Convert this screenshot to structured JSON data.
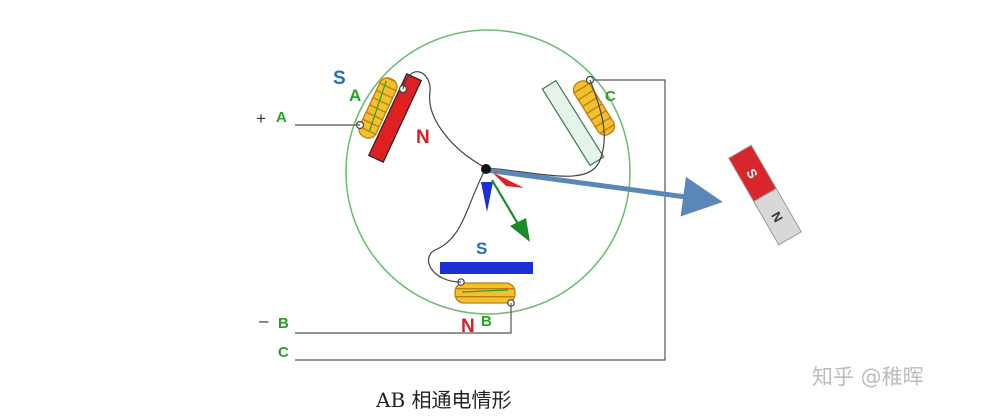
{
  "caption": "AB 相通电情形",
  "watermark": "知乎 @稚晖",
  "terminals": {
    "a_sign": "+",
    "a_label": "A",
    "b_sign": "–",
    "b_label": "B",
    "c_label": "C"
  },
  "poles": {
    "a_coil_label": "A",
    "a_outer_pole": "S",
    "a_inner_pole": "N",
    "b_coil_label": "B",
    "b_outer_pole": "N",
    "b_inner_pole": "S",
    "c_coil_label": "C"
  },
  "rotor_magnet": {
    "pole_top": "S",
    "pole_bottom": "N"
  },
  "colors": {
    "ring": "#6fbf73",
    "label_green": "#2aa02a",
    "pole_blue": "#1f6fbf",
    "pole_red": "#d91f26",
    "coil_yellow": "#f2c12e",
    "coil_outline": "#c07e10",
    "iron_red": "#e02020",
    "iron_blue": "#1a2fd6",
    "iron_light": "#e6f3ea",
    "arrow_blue": "#5b86b8",
    "wire": "#444444",
    "watermark": "#bcbcbc"
  }
}
